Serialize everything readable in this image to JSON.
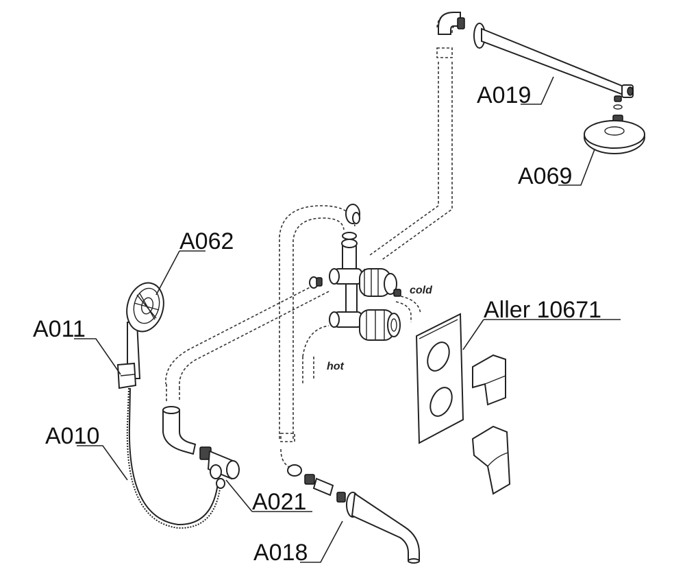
{
  "diagram": {
    "labels": {
      "a019": "A019",
      "a069": "A069",
      "a062": "A062",
      "a011": "A011",
      "a010": "A010",
      "a021": "A021",
      "a018": "A018",
      "aller": "Aller 10671"
    },
    "flow": {
      "cold": "cold",
      "hot": "hot"
    }
  }
}
